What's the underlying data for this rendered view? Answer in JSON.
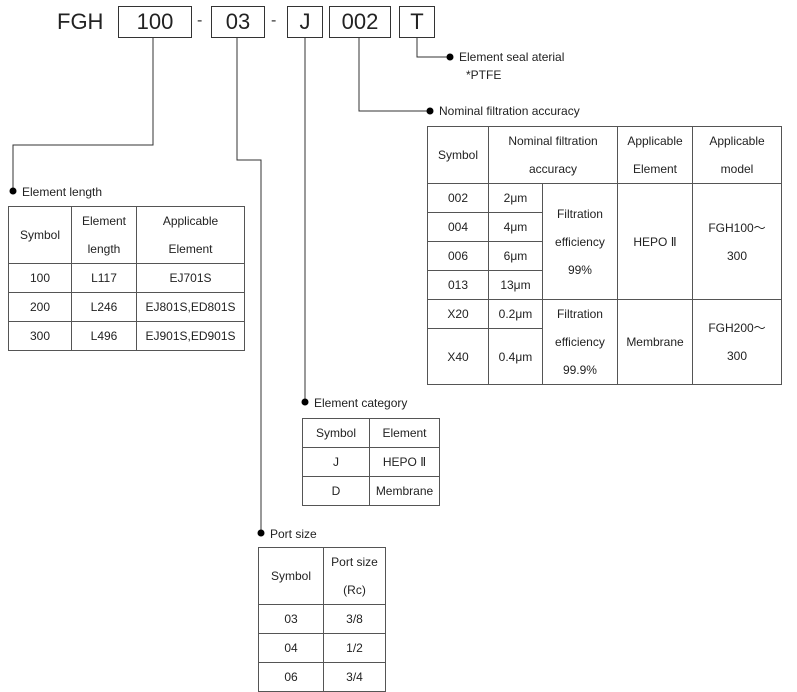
{
  "code": {
    "prefix": "FGH",
    "segments": [
      "100",
      "03",
      "J",
      "002",
      "T"
    ],
    "separator": "-"
  },
  "seal": {
    "label": "Element seal aterial",
    "note": "*PTFE"
  },
  "filtration": {
    "label": "Nominal filtration accuracy",
    "headers": [
      "Symbol",
      "Nominal filtration accuracy",
      "Applicable Element",
      "Applicable model"
    ],
    "rows": [
      {
        "symbol": "002",
        "accuracy": "2μm"
      },
      {
        "symbol": "004",
        "accuracy": "4μm"
      },
      {
        "symbol": "006",
        "accuracy": "6μm"
      },
      {
        "symbol": "013",
        "accuracy": "13μm"
      },
      {
        "symbol": "X20",
        "accuracy": "0.2μm"
      },
      {
        "symbol": "X40",
        "accuracy": "0.4μm"
      }
    ],
    "groups": [
      {
        "efficiency": "Filtration efficiency 99%",
        "element": "HEPO Ⅱ",
        "model": "FGH100～ 300"
      },
      {
        "efficiency": "Filtration efficiency 99.9%",
        "element": "Membrane",
        "model": "FGH200～ 300"
      }
    ]
  },
  "length": {
    "label": "Element length",
    "headers": [
      "Symbol",
      "Element length",
      "Applicable Element"
    ],
    "rows": [
      {
        "symbol": "100",
        "length": "L117",
        "element": "EJ701S"
      },
      {
        "symbol": "200",
        "length": "L246",
        "element": "EJ801S,ED801S"
      },
      {
        "symbol": "300",
        "length": "L496",
        "element": "EJ901S,ED901S"
      }
    ]
  },
  "category": {
    "label": "Element category",
    "headers": [
      "Symbol",
      "Element"
    ],
    "rows": [
      {
        "symbol": "J",
        "element": "HEPO Ⅱ"
      },
      {
        "symbol": "D",
        "element": "Membrane"
      }
    ]
  },
  "port": {
    "label": "Port size",
    "headers": [
      "Symbol",
      "Port size (Rc)"
    ],
    "rows": [
      {
        "symbol": "03",
        "size": "3/8"
      },
      {
        "symbol": "04",
        "size": "1/2"
      },
      {
        "symbol": "06",
        "size": "3/4"
      }
    ]
  }
}
